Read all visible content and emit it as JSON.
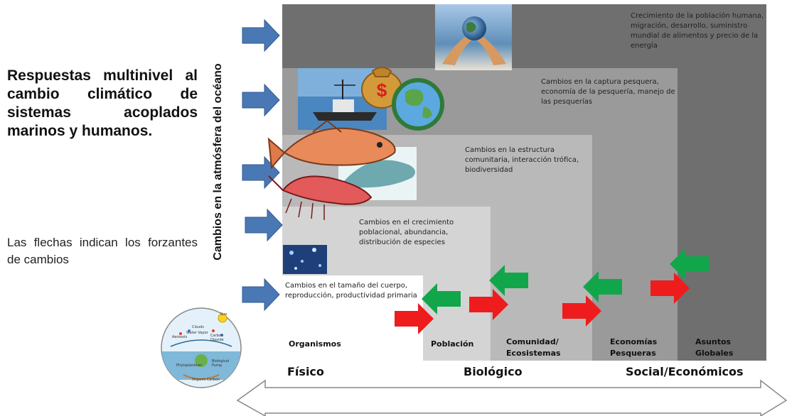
{
  "title": "Respuestas multinivel al cambio climático de sistemas acoplados marinos y humanos.",
  "note": "Las flechas indican los forzantes de cambios",
  "vertical_axis_label": "Cambios en la atmósfera del océano",
  "levels": {
    "global": "Crecimiento de la población humana, migración, desarrollo, suministro mundial de alimentos y precio de la energía",
    "fisheries": "Cambios en la captura pesquera, economía de la pesquería, manejo de las pesquerías",
    "community": "Cambios en la estructura comunitaria, interacción trófica, biodiversidad",
    "population": "Cambios en el crecimiento poblacional, abundancia, distribución de especies",
    "organisms": "Cambios en el tamaño del cuerpo, reproducción, productividad primaria"
  },
  "level_labels": {
    "organisms": "Organismos",
    "population": "Población",
    "community_line1": "Comunidad/",
    "community_line2": "Ecosistemas",
    "economies_line1": "Economías",
    "economies_line2": "Pesqueras",
    "global_line1": "Asuntos",
    "global_line2": "Globales"
  },
  "categories": {
    "physical": "Físico",
    "biological": "Biológico",
    "social": "Social/Económicos"
  },
  "colors": {
    "level_global": "#6f6f6f",
    "level_fisheries": "#9a9a9a",
    "level_community": "#b9b9b9",
    "level_population": "#d4d4d4",
    "level_organisms": "#ffffff",
    "blue_arrow": "#4a78b5",
    "red_arrow": "#ee1c1c",
    "green_arrow": "#12a64a"
  },
  "icons": [
    "hands-globe-icon",
    "fishing-boat-icon",
    "money-bag-icon",
    "recycle-globe-icon",
    "fish-icon",
    "shrimp-icon",
    "whale-icon",
    "plankton-icon",
    "water-cycle-icon"
  ],
  "water_cycle": {
    "sun": "Sun",
    "clouds": "Clouds",
    "water_vapor": "Water Vapor",
    "aerosols": "Aerosols",
    "co2": "Carbon Dioxide",
    "phytoplankton": "Phytoplankton",
    "pump": "Biological Pump",
    "organic": "Organic Carbon"
  }
}
